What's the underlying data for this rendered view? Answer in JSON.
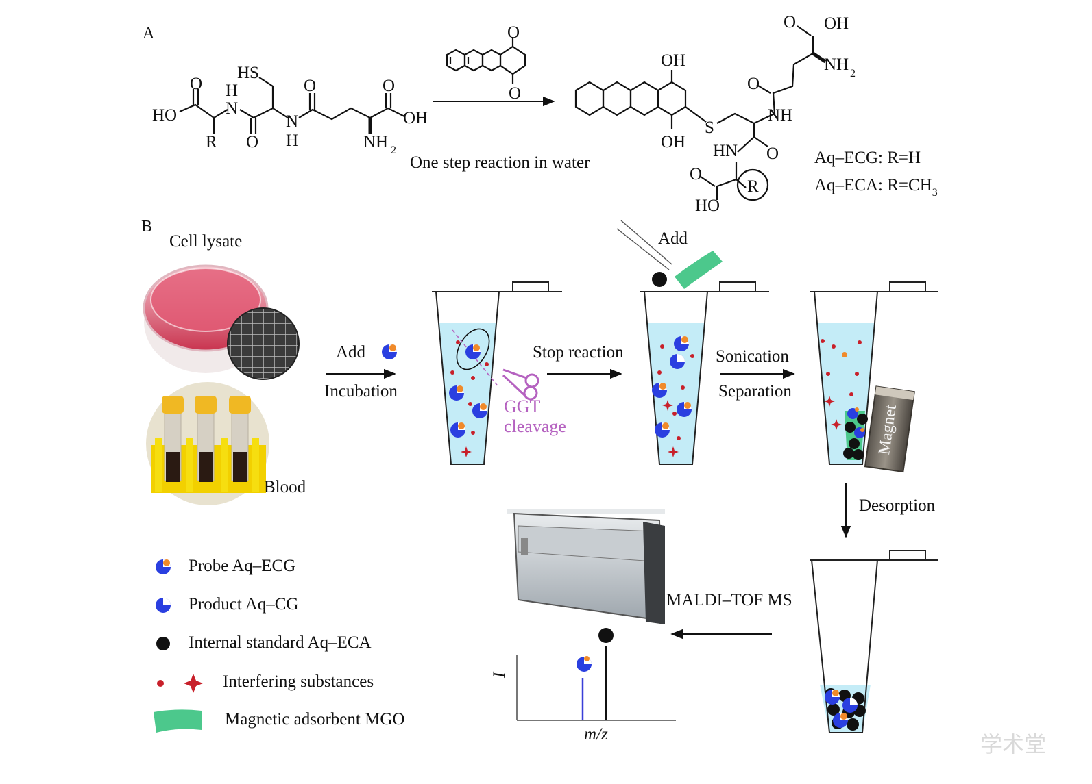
{
  "panels": {
    "a": "A",
    "b": "B"
  },
  "reaction": {
    "reactant_atoms": {
      "ho": "HO",
      "o1": "O",
      "h1": "H",
      "n1": "N",
      "r": "R",
      "hs": "HS",
      "o2": "O",
      "o3": "O",
      "n2": "N",
      "h2": "H",
      "o4": "O",
      "oh": "OH",
      "nh": "NH",
      "nh_sub": "2"
    },
    "quinone_atoms": {
      "o_top": "O",
      "o_bottom": "O"
    },
    "condition": "One step reaction in water",
    "product_atoms": {
      "oh_top": "OH",
      "oh_bottom": "OH",
      "s": "S",
      "o_gluA": "O",
      "oh_glu": "OH",
      "nh_glu": "NH",
      "nh_glu_sub": "2",
      "o_amide": "O",
      "nh_amide": "NH",
      "hn": "HN",
      "o_gly": "O",
      "o_acid": "O",
      "r": "R",
      "ho": "HO"
    },
    "probe_ecg": "Aq–ECG: R=H",
    "probe_eca_main": "Aq–ECA: R=CH",
    "probe_eca_sub": "3"
  },
  "workflow": {
    "cell_lysate": "Cell lysate",
    "blood": "Blood",
    "step1_top": "Add",
    "step1_bottom": "Incubation",
    "enzyme_line1": "GGT",
    "enzyme_line2": "cleavage",
    "step2": "Stop reaction",
    "add_label": "Add",
    "step3_top": "Sonication",
    "step3_bottom": "Separation",
    "magnet": "Magnet",
    "step4": "Desorption",
    "instrument": "MALDI–TOF MS",
    "axis_y": "I",
    "axis_x": "m/z"
  },
  "legend": [
    {
      "label": "Probe Aq–ECG",
      "icon": "probe-icon"
    },
    {
      "label": "Product Aq–CG",
      "icon": "product-icon"
    },
    {
      "label": "Internal standard Aq–ECA",
      "icon": "black-dot-icon"
    },
    {
      "label": "Interfering substances",
      "icon": "red-dot-star-icon"
    },
    {
      "label": "Magnetic adsorbent MGO",
      "icon": "green-sheet-icon"
    }
  ],
  "watermark": "学术堂",
  "colors": {
    "liquid": "#c4ecf7",
    "probe_blue": "#2a3fe0",
    "probe_orange": "#f08a2a",
    "interferent": "#c8202a",
    "mgo_green": "#4cc88c",
    "ggt": "#b562c0"
  }
}
